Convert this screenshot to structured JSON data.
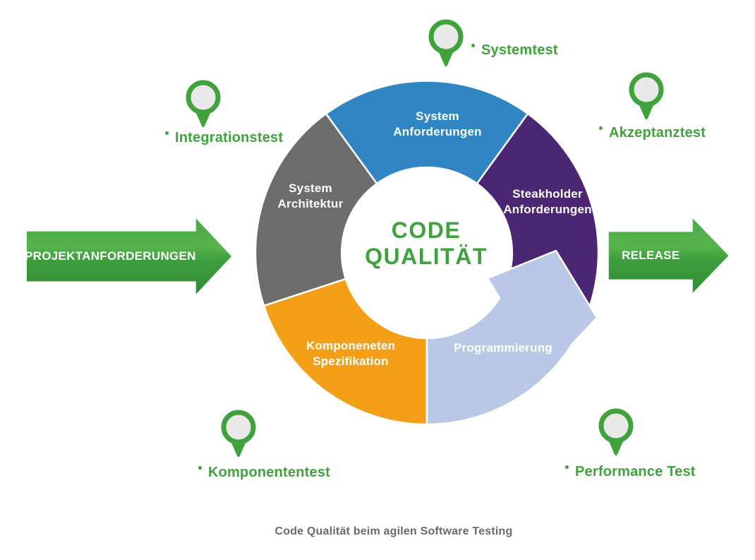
{
  "accent_green": "#3fa23d",
  "center": {
    "title": "CODE\nQUALITÄT",
    "color": "#3fa23d"
  },
  "wheel": {
    "type": "donut-cycle",
    "segments": [
      {
        "id": "system-anforderungen",
        "label": "System\nAnforderungen",
        "color": "#2f86c2"
      },
      {
        "id": "steakholder-anforderungen",
        "label": "Steakholder\nAnforderungen",
        "color": "#4a2673"
      },
      {
        "id": "programmierung",
        "label": "Programmierung",
        "color": "#b9c8e6",
        "shape": "curved-arrow"
      },
      {
        "id": "komponeneten-spezifikation",
        "label": "Komponeneten\nSpezifikation",
        "color": "#f3a018"
      },
      {
        "id": "system-architektur",
        "label": "System\nArchitektur",
        "color": "#6c6c6c"
      }
    ]
  },
  "flow": {
    "input": {
      "label": "PROJEKTANFORDERUNGEN"
    },
    "output": {
      "label": "RELEASE"
    },
    "arrow_color": "#3f9f3e"
  },
  "test_markers": [
    {
      "id": "integrationstest",
      "label": "Integrationstest"
    },
    {
      "id": "systemtest",
      "label": "Systemtest"
    },
    {
      "id": "akzeptanztest",
      "label": "Akzeptanztest"
    },
    {
      "id": "komponententest",
      "label": "Komponententest"
    },
    {
      "id": "performance-test",
      "label": "Performance Test"
    }
  ],
  "caption": "Code Qualität beim agilen Software Testing"
}
